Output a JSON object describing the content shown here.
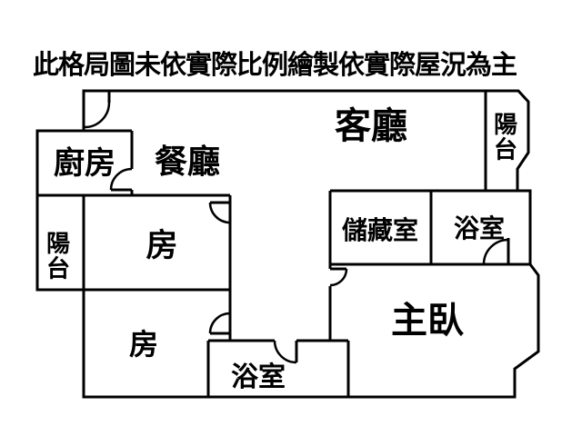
{
  "title": "此格局圖未依實際比例繪製依實際屋況為主",
  "rooms": {
    "kitchen": {
      "label": "廚房"
    },
    "dining": {
      "label": "餐廳"
    },
    "living": {
      "label": "客廳"
    },
    "balcony_left": {
      "label": "陽台"
    },
    "balcony_right": {
      "label": "陽台"
    },
    "bedroom_upper": {
      "label": "房"
    },
    "bedroom_lower": {
      "label": "房"
    },
    "bathroom_lower": {
      "label": "浴室"
    },
    "bathroom_upper": {
      "label": "浴室"
    },
    "storage": {
      "label": "儲藏室"
    },
    "master_bedroom": {
      "label": "主臥"
    }
  },
  "colors": {
    "wall": "#000000",
    "background": "#ffffff"
  }
}
